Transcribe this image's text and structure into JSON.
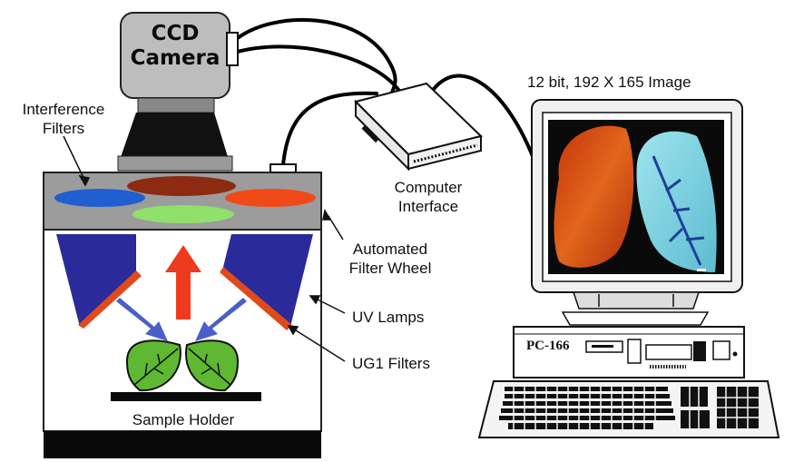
{
  "camera": {
    "line1": "CCD",
    "line2": "Camera"
  },
  "labels": {
    "interference_filters": [
      "Interference",
      "Filters"
    ],
    "automated_filter_wheel": [
      "Automated",
      "Filter Wheel"
    ],
    "uv_lamps": "UV Lamps",
    "ug1_filters": "UG1 Filters",
    "sample_holder": "Sample Holder",
    "computer_interface": [
      "Computer",
      "Interface"
    ],
    "image_caption": "12 bit, 192 X 165 Image"
  },
  "computer": {
    "model": "PC-166"
  },
  "colors": {
    "filter_blue": "#1f5fd0",
    "filter_brown": "#8c2a12",
    "filter_orange": "#f04a18",
    "filter_green": "#90e06a",
    "lamp_blue": "#2a2a9a",
    "lamp_filter": "#e04a1a",
    "arrow_red": "#ee3a1e",
    "arrow_blue": "#4a60c8",
    "leaf_green": "#5fb832"
  },
  "icons": [
    "ccd-camera-icon",
    "lens-icon",
    "filter-wheel-icon",
    "uv-lamp-icon",
    "leaf-icon",
    "computer-interface-icon",
    "monitor-icon",
    "pc-tower-icon",
    "keyboard-icon"
  ]
}
